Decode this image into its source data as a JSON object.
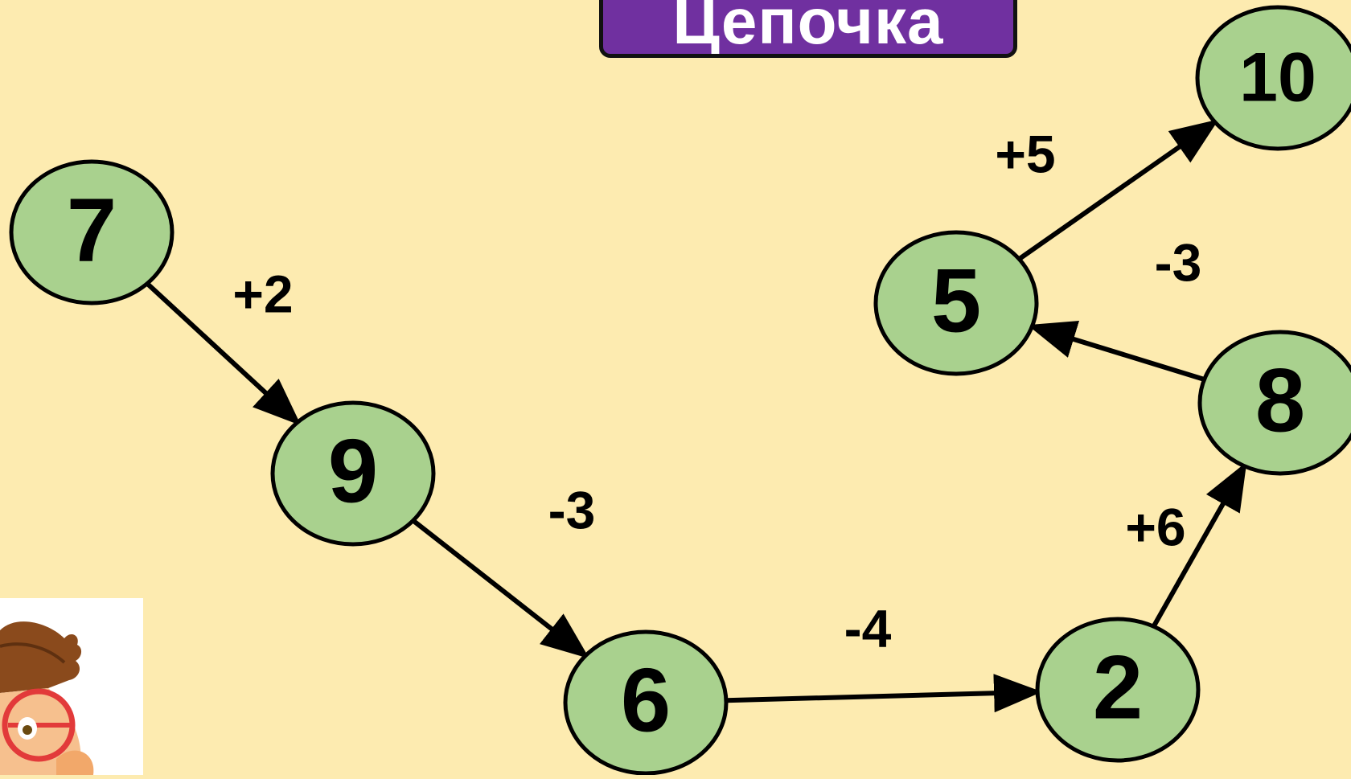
{
  "title": "Цепочка",
  "colors": {
    "background": "#fdebb0",
    "title_bg": "#7030a0",
    "title_text": "#ffffff",
    "node_fill": "#a9d18e",
    "stroke": "#000000"
  },
  "nodes": [
    {
      "id": "n7",
      "label": "7"
    },
    {
      "id": "n9",
      "label": "9"
    },
    {
      "id": "n6",
      "label": "6"
    },
    {
      "id": "n2",
      "label": "2"
    },
    {
      "id": "n8",
      "label": "8"
    },
    {
      "id": "n5",
      "label": "5"
    },
    {
      "id": "n10",
      "label": "10"
    }
  ],
  "edges": [
    {
      "from": "n7",
      "to": "n9",
      "label": "+2"
    },
    {
      "from": "n9",
      "to": "n6",
      "label": "-3"
    },
    {
      "from": "n6",
      "to": "n2",
      "label": "-4"
    },
    {
      "from": "n2",
      "to": "n8",
      "label": "+6"
    },
    {
      "from": "n8",
      "to": "n5",
      "label": "-3"
    },
    {
      "from": "n5",
      "to": "n10",
      "label": "+5"
    }
  ],
  "mascot": {
    "icon": "cartoon-boy-with-glasses-icon"
  }
}
